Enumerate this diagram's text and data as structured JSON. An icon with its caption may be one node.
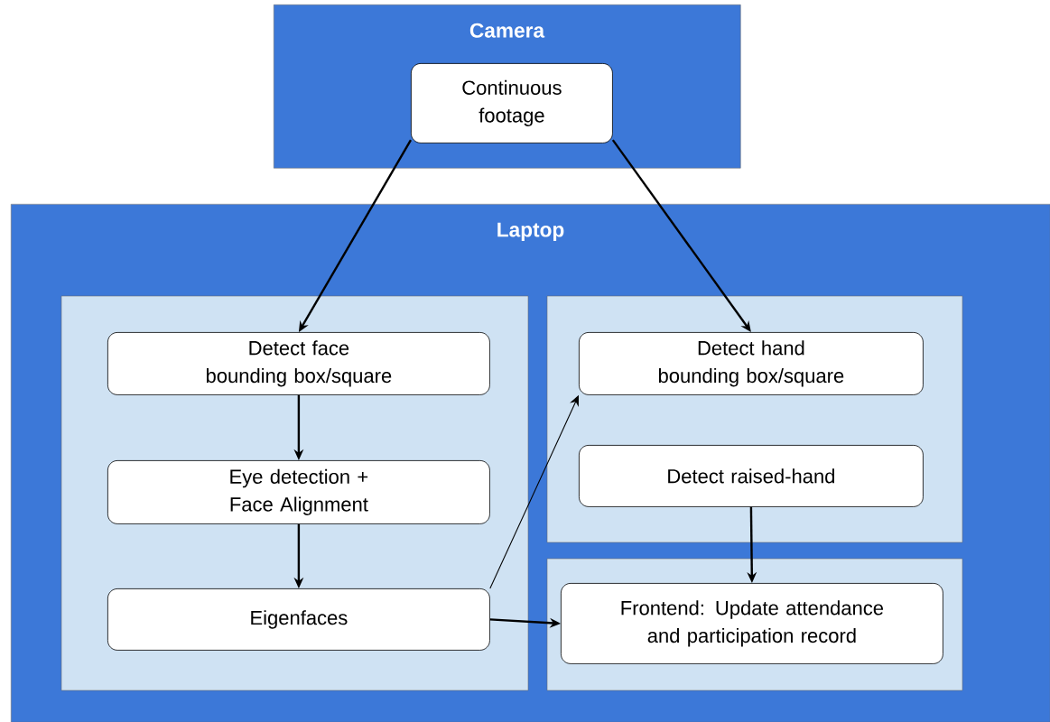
{
  "diagram": {
    "nodes": [
      {
        "text": [
          "Camera"
        ]
      },
      {
        "text": [
          "Continuous footage"
        ],
        "in": 0
      },
      {
        "text": [
          "Laptop"
        ]
      },
      {
        "text": [],
        "shape": "box",
        "in": 2
      },
      {
        "text": [],
        "shape": "box",
        "in": 2
      },
      {
        "text": [],
        "shape": "box",
        "in": 2
      },
      {
        "text": [
          "Detect face bounding box/square"
        ],
        "in": 3
      },
      {
        "text": [
          "Eye detection + Face Alignment"
        ],
        "in": 3
      },
      {
        "text": [
          "Eigenfaces"
        ],
        "in": 3
      },
      {
        "text": [
          "Detect hand bounding box/square"
        ],
        "in": 4
      },
      {
        "text": [
          "Detect raised-hand"
        ],
        "in": 4
      },
      {
        "text": [
          "Frontend: Update attendance and participation record"
        ],
        "in": 5
      }
    ],
    "edges": [
      {
        "from": 1,
        "to": 6,
        "arrow": "to"
      },
      {
        "from": 1,
        "to": 9,
        "arrow": "to"
      },
      {
        "from": 6,
        "to": 7,
        "arrow": "to"
      },
      {
        "from": 7,
        "to": 8,
        "arrow": "to"
      },
      {
        "from": 8,
        "to": 9,
        "arrow": "to"
      },
      {
        "from": 10,
        "to": 11,
        "arrow": "to"
      },
      {
        "from": 8,
        "to": 11,
        "arrow": "to"
      }
    ]
  }
}
